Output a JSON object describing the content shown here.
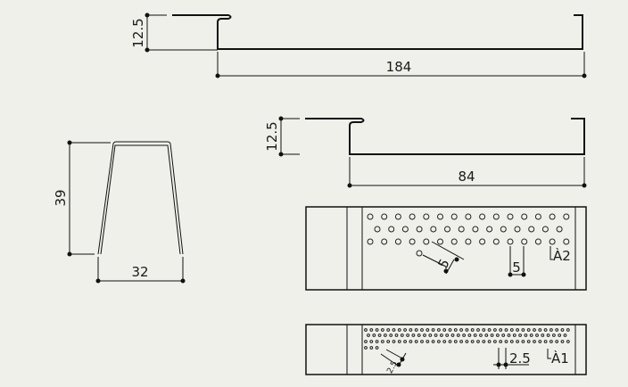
{
  "dimensions": {
    "top_profile_height": "12.5",
    "top_profile_length": "184",
    "mid_profile_height": "12.5",
    "mid_profile_length": "84",
    "trapezoid_height": "39",
    "trapezoid_width": "32",
    "plate1_hole_diagonal": "5",
    "plate1_hole_pitch": "5",
    "plate1_hole_label": "À2",
    "plate2_hole_diagonal": "2.5",
    "plate2_hole_pitch": "2.5",
    "plate2_hole_label": "À1"
  }
}
